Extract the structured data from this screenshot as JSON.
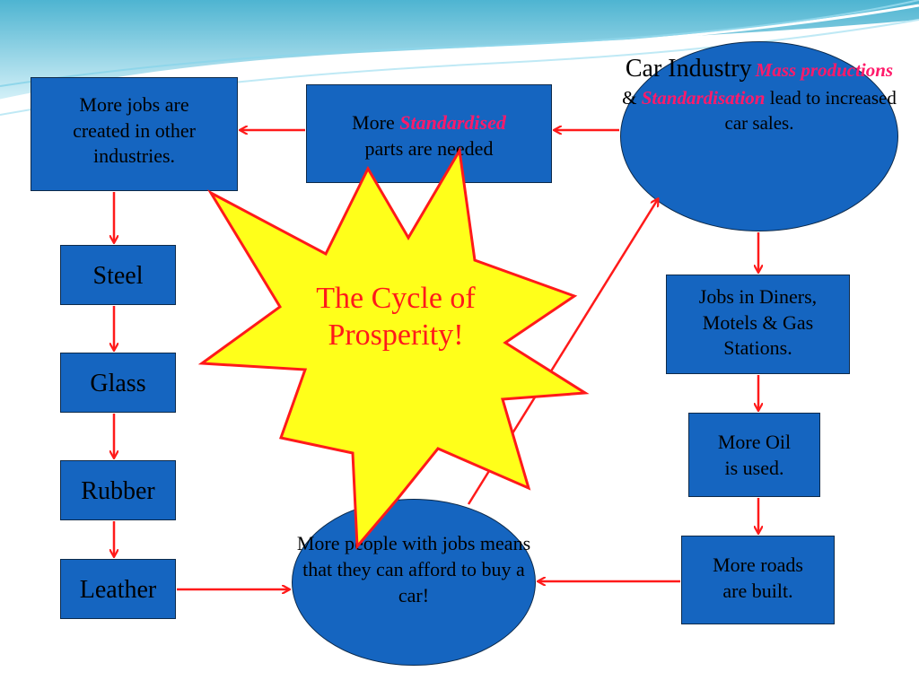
{
  "colors": {
    "box_fill": "#1565c0",
    "arrow": "#ff1a1a",
    "emphasis": "#ff1a6a",
    "star_fill": "#ffff1a",
    "star_stroke": "#ff1a1a",
    "star_text": "#ff1a1a"
  },
  "center_title": {
    "line1": "The Cycle",
    "line2": "of",
    "line3": "Prosperity!"
  },
  "car_industry": {
    "title": "Car Industry",
    "emphasis1": "Mass productions",
    "amp": " &",
    "emphasis2": "Standardisation",
    "rest1": " lead to",
    "rest2": "increased car sales."
  },
  "standardised": {
    "prefix": "More ",
    "emphasis": "Standardised",
    "rest": "parts are needed"
  },
  "more_jobs": {
    "line1": "More jobs are",
    "line2": "created in other",
    "line3": "industries."
  },
  "materials": {
    "steel": "Steel",
    "glass": "Glass",
    "rubber": "Rubber",
    "leather": "Leather"
  },
  "diners": {
    "line1": "Jobs in Diners,",
    "line2": "Motels & Gas",
    "line3": "Stations."
  },
  "oil": {
    "line1": "More Oil",
    "line2": "is used."
  },
  "roads": {
    "line1": "More roads",
    "line2": "are built."
  },
  "people": {
    "line1": "More people with",
    "line2": "jobs means that",
    "line3": "they can afford to",
    "line4": "buy a car!"
  }
}
